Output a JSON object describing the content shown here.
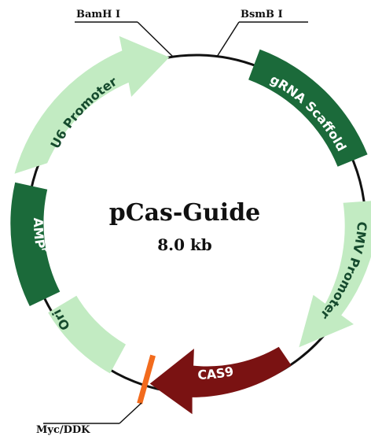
{
  "plasmid": {
    "name": "pCas-Guide",
    "size": "8.0 kb"
  },
  "features": {
    "u6_promoter": {
      "label": "U6 Promoter",
      "color": "#c2ebc2",
      "text_color": "#154a2d"
    },
    "grna_scaffold": {
      "label": "gRNA Scaffold",
      "color": "#1b6a3a",
      "text_color": "#ffffff"
    },
    "cmv_promoter": {
      "label": "CMV Promoter",
      "color": "#c2ebc2",
      "text_color": "#154a2d"
    },
    "cas9": {
      "label": "CAS9",
      "color": "#7a1212",
      "text_color": "#ffffff"
    },
    "ori": {
      "label": "Ori",
      "color": "#c2ebc2",
      "text_color": "#154a2d"
    },
    "amp": {
      "label": "AMP",
      "superscript": "r",
      "color": "#1b6a3a",
      "text_color": "#ffffff"
    }
  },
  "sites": {
    "bamh1": "BamH I",
    "bsmb1": "BsmB I",
    "mycddk": "Myc/DDK"
  },
  "colors": {
    "backbone": "#111111",
    "mycddk_marker": "#f26b1d"
  }
}
